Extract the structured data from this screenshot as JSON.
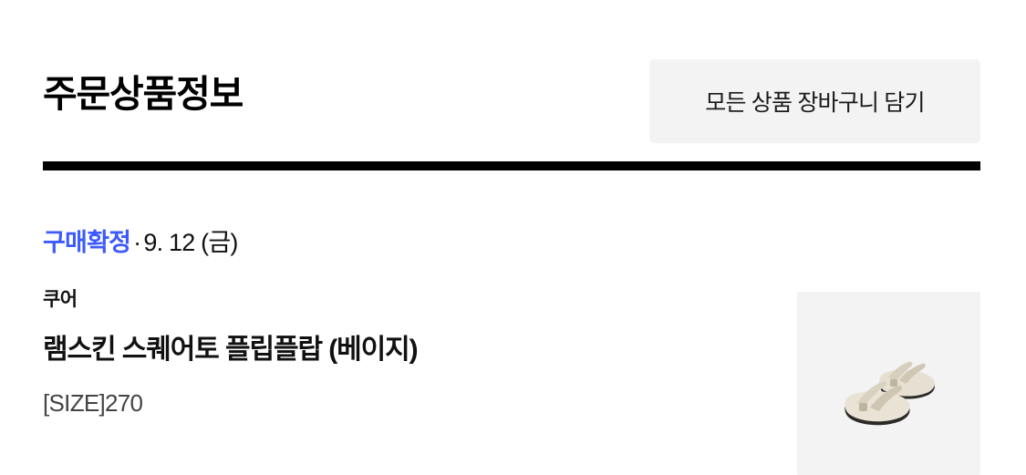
{
  "header": {
    "title": "주문상품정보",
    "cart_all_button_label": "모든 상품 장바구니 담기"
  },
  "order": {
    "status_label": "구매확정",
    "separator": "·",
    "date": "9. 12 (금)",
    "product": {
      "brand": "쿠어",
      "name": "램스킨 스퀘어토 플립플랍 (베이지)",
      "option": "[SIZE]270",
      "thumbnail_alt": "beige lambskin square toe flip flop sandals"
    }
  },
  "colors": {
    "status_accent": "#3d5afe",
    "rule": "#000000",
    "button_bg": "#f3f3f3",
    "thumb_bg": "#f3f3f3",
    "option_text": "#444444",
    "shoe_upper": "#ddd6c6",
    "shoe_sole": "#2b2a26"
  }
}
